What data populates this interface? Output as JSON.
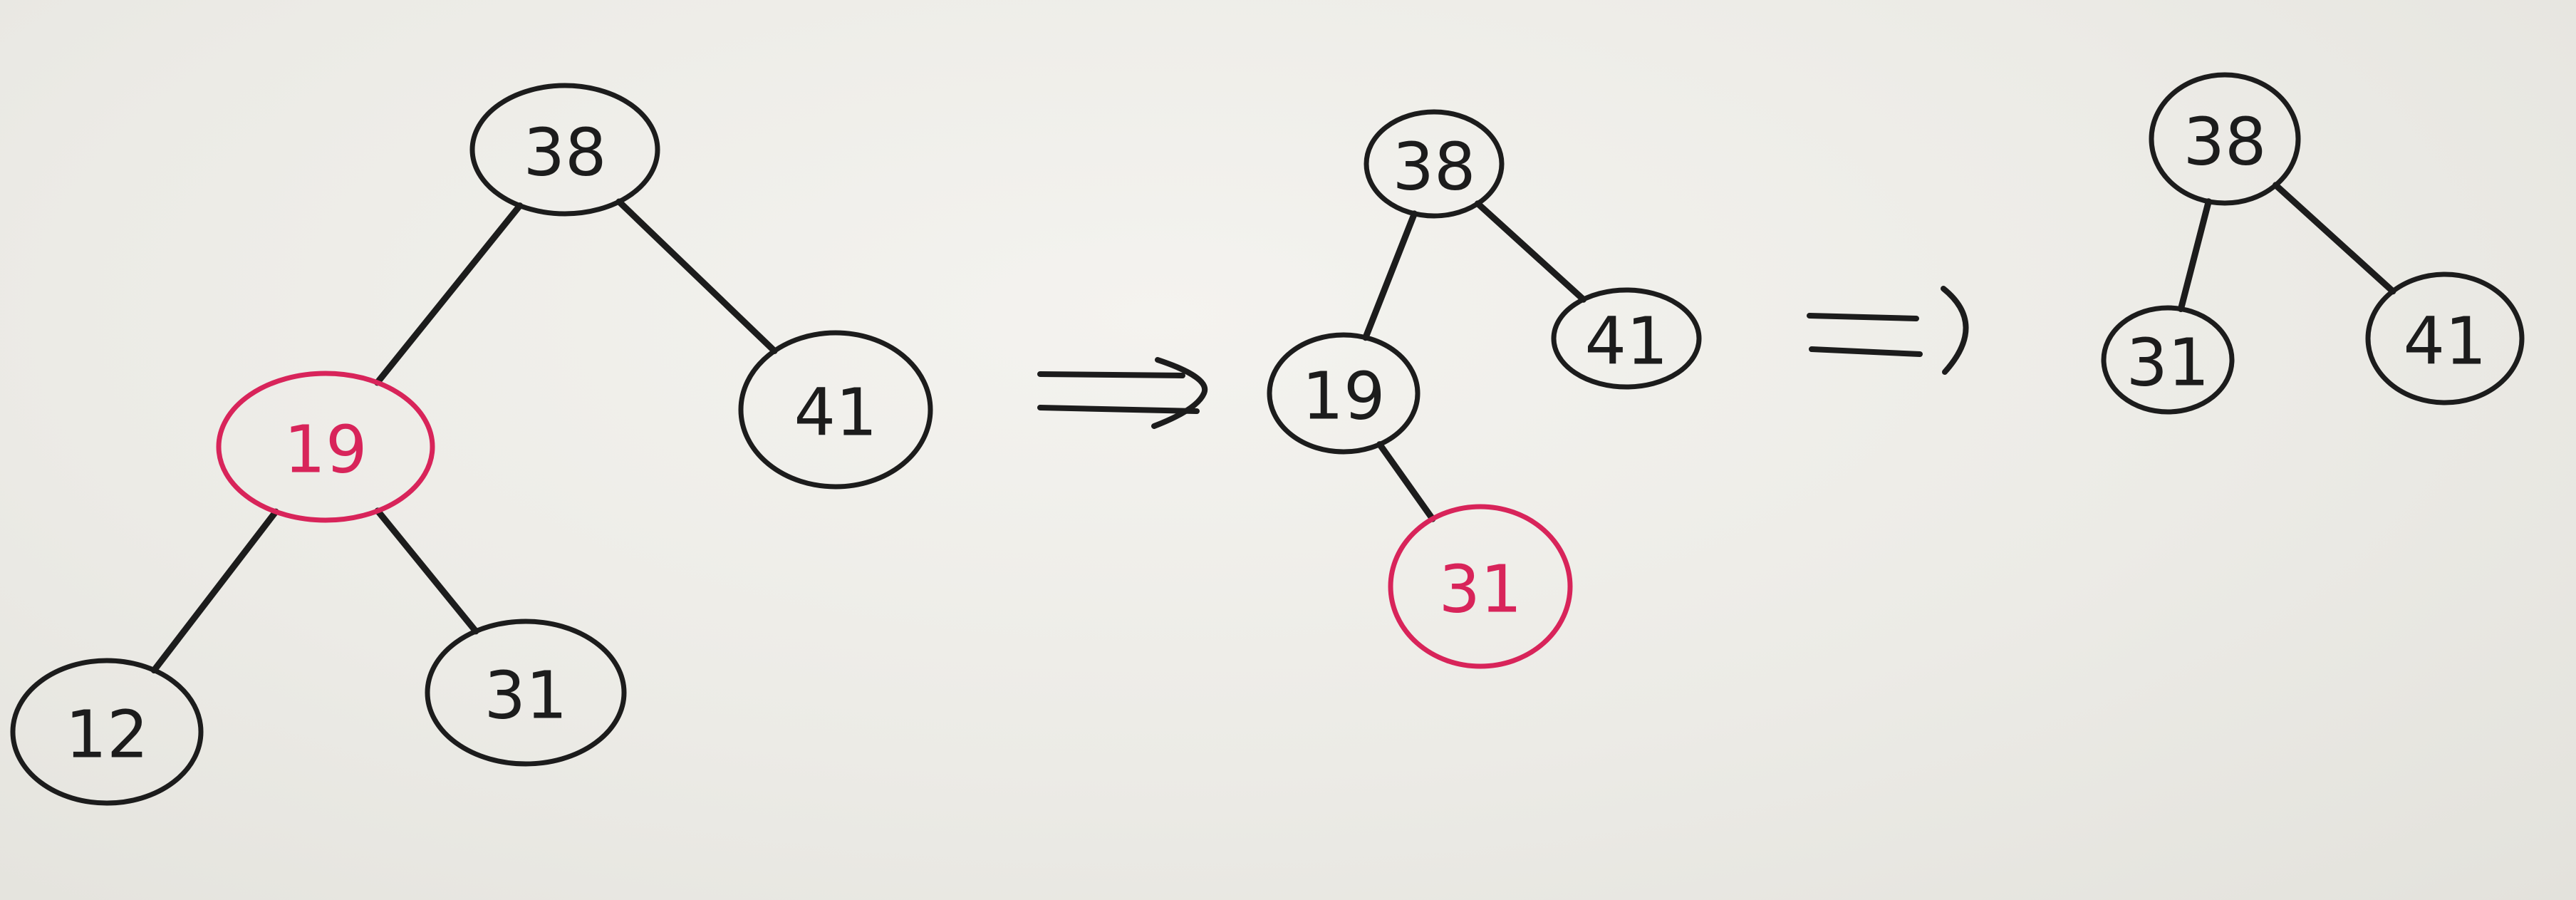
{
  "colors": {
    "ink": "#1c1c1c",
    "highlight": "#d8245a",
    "paper": "#ecebe6"
  },
  "trees": [
    {
      "id": "tree-1",
      "nodes": [
        {
          "id": "n38",
          "label": "38",
          "color": "ink"
        },
        {
          "id": "n19",
          "label": "19",
          "color": "highlight"
        },
        {
          "id": "n41",
          "label": "41",
          "color": "ink"
        },
        {
          "id": "n12",
          "label": "12",
          "color": "ink"
        },
        {
          "id": "n31",
          "label": "31",
          "color": "ink"
        }
      ],
      "edges": [
        [
          "n38",
          "n19"
        ],
        [
          "n38",
          "n41"
        ],
        [
          "n19",
          "n12"
        ],
        [
          "n19",
          "n31"
        ]
      ]
    },
    {
      "id": "tree-2",
      "nodes": [
        {
          "id": "n38",
          "label": "38",
          "color": "ink"
        },
        {
          "id": "n19",
          "label": "19",
          "color": "ink"
        },
        {
          "id": "n41",
          "label": "41",
          "color": "ink"
        },
        {
          "id": "n31",
          "label": "31",
          "color": "highlight"
        }
      ],
      "edges": [
        [
          "n38",
          "n19"
        ],
        [
          "n38",
          "n41"
        ],
        [
          "n19",
          "n31"
        ]
      ]
    },
    {
      "id": "tree-3",
      "nodes": [
        {
          "id": "n38",
          "label": "38",
          "color": "ink"
        },
        {
          "id": "n31",
          "label": "31",
          "color": "ink"
        },
        {
          "id": "n41",
          "label": "41",
          "color": "ink"
        }
      ],
      "edges": [
        [
          "n38",
          "n31"
        ],
        [
          "n38",
          "n41"
        ]
      ]
    }
  ],
  "arrows": [
    {
      "id": "arrow-1",
      "from": "tree-1",
      "to": "tree-2"
    },
    {
      "id": "arrow-2",
      "from": "tree-2",
      "to": "tree-3"
    }
  ]
}
